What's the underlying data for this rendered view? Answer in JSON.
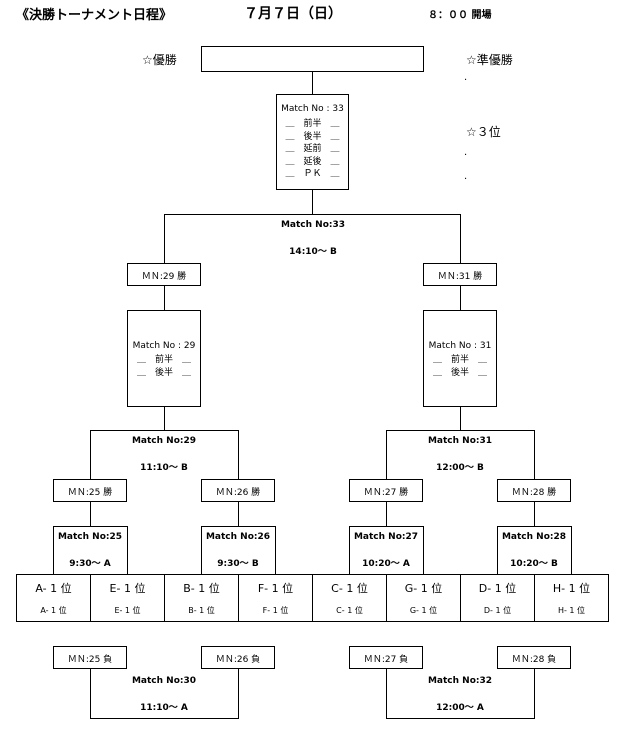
{
  "header": {
    "title": "《決勝トーナメント日程》",
    "date": "７月７日（日）",
    "open": "８：００ 開場"
  },
  "results": {
    "winner_label": "☆優勝",
    "runner_up_label": "☆準優勝",
    "third_label": "☆３位",
    "dot": "."
  },
  "final": {
    "title": "Match No : 33",
    "rows": [
      "前半",
      "後半",
      "延前",
      "延後",
      "ＰＫ"
    ],
    "dash": "＿",
    "match": "Match No:33",
    "time": "14:10～ B"
  },
  "semis": [
    {
      "feeder": "ＭＮ:29 勝",
      "title": "Match No : 29",
      "rows": [
        "前半",
        "後半"
      ]
    },
    {
      "feeder": "ＭＮ:31 勝",
      "title": "Match No : 31",
      "rows": [
        "前半",
        "後半"
      ]
    }
  ],
  "semi_matches": [
    {
      "match": "Match No:29",
      "time": "11:10～ B"
    },
    {
      "match": "Match No:31",
      "time": "12:00～ B"
    }
  ],
  "qf_feeders": [
    "ＭＮ:25 勝",
    "ＭＮ:26 勝",
    "ＭＮ:27 勝",
    "ＭＮ:28 勝"
  ],
  "qf_matches": [
    {
      "match": "Match No:25",
      "time": "9:30～ A"
    },
    {
      "match": "Match No:26",
      "time": "9:30～ B"
    },
    {
      "match": "Match No:27",
      "time": "10:20～ A"
    },
    {
      "match": "Match No:28",
      "time": "10:20～ B"
    }
  ],
  "teams": [
    {
      "label": "A- 1 位",
      "sub": "A- 1 位"
    },
    {
      "label": "E- 1 位",
      "sub": "E- 1 位"
    },
    {
      "label": "B- 1 位",
      "sub": "B- 1 位"
    },
    {
      "label": "F- 1 位",
      "sub": "F- 1 位"
    },
    {
      "label": "C- 1 位",
      "sub": "C- 1 位"
    },
    {
      "label": "G- 1 位",
      "sub": "G- 1 位"
    },
    {
      "label": "D- 1 位",
      "sub": "D- 1 位"
    },
    {
      "label": "H- 1 位",
      "sub": "H- 1 位"
    }
  ],
  "losers": [
    "ＭＮ:25 負",
    "ＭＮ:26 負",
    "ＭＮ:27 負",
    "ＭＮ:28 負"
  ],
  "loser_matches": [
    {
      "match": "Match No:30",
      "time": "11:10～ A"
    },
    {
      "match": "Match No:32",
      "time": "12:00～ A"
    }
  ]
}
